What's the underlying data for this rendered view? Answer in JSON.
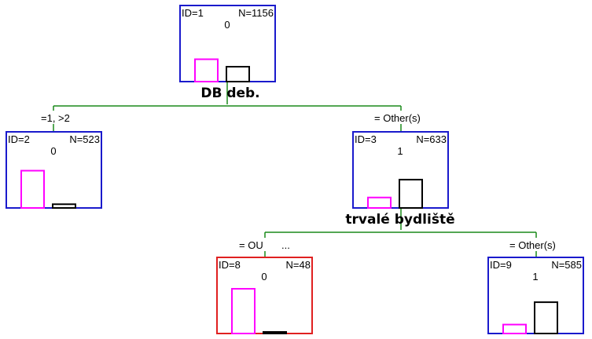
{
  "colors": {
    "node_border_default": "#1a1acc",
    "node_border_selected": "#e02020",
    "branch_line": "#1a8a1a",
    "bar_class0": "#ff00ff",
    "bar_class1": "#000000"
  },
  "nodes": [
    {
      "key": "n1",
      "id_label": "ID=1",
      "n_label": "N=1156",
      "prediction": "0",
      "selected": false,
      "bars": [
        0.3,
        0.2
      ]
    },
    {
      "key": "n2",
      "id_label": "ID=2",
      "n_label": "N=523",
      "prediction": "0",
      "selected": false,
      "bars": [
        0.5,
        0.05
      ]
    },
    {
      "key": "n3",
      "id_label": "ID=3",
      "n_label": "N=633",
      "prediction": "1",
      "selected": false,
      "bars": [
        0.14,
        0.38
      ]
    },
    {
      "key": "n8",
      "id_label": "ID=8",
      "n_label": "N=48",
      "prediction": "0",
      "selected": true,
      "bars": [
        0.6,
        0.02
      ]
    },
    {
      "key": "n9",
      "id_label": "ID=9",
      "n_label": "N=585",
      "prediction": "1",
      "selected": false,
      "bars": [
        0.12,
        0.42
      ]
    }
  ],
  "splits": [
    {
      "key": "s1",
      "variable": "DB deb.",
      "left_label": "=1, >2",
      "right_label": "= Other(s)",
      "left_extra": ""
    },
    {
      "key": "s3",
      "variable": "trvalé bydliště",
      "left_label": "= OU",
      "right_label": "= Other(s)",
      "left_extra": "..."
    }
  ]
}
